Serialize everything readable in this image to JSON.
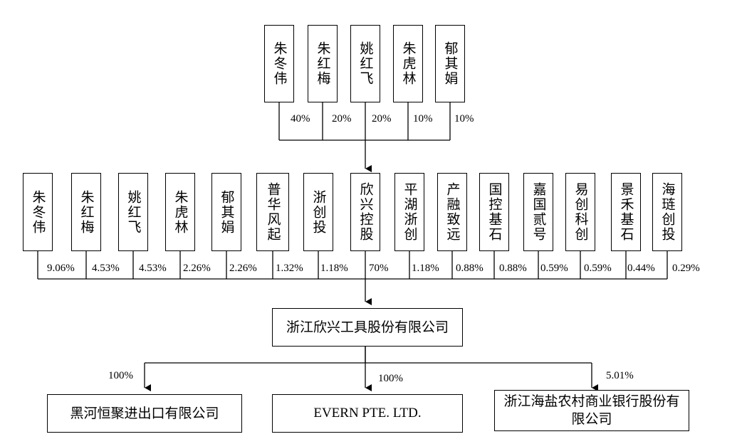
{
  "top_shareholders": [
    {
      "name": "朱冬伟",
      "pct": "40%"
    },
    {
      "name": "朱红梅",
      "pct": "20%"
    },
    {
      "name": "姚红飞",
      "pct": "20%"
    },
    {
      "name": "朱虎林",
      "pct": "10%"
    },
    {
      "name": "郁其娟",
      "pct": "10%"
    }
  ],
  "mid_shareholders": [
    {
      "name": "朱冬伟",
      "pct": "9.06%"
    },
    {
      "name": "朱红梅",
      "pct": "4.53%"
    },
    {
      "name": "姚红飞",
      "pct": "4.53%"
    },
    {
      "name": "朱虎林",
      "pct": "2.26%"
    },
    {
      "name": "郁其娟",
      "pct": "2.26%"
    },
    {
      "name": "普华风起",
      "pct": "1.32%"
    },
    {
      "name": "浙创投",
      "pct": "1.18%"
    },
    {
      "name": "欣兴控股",
      "pct": "70%"
    },
    {
      "name": "平湖浙创",
      "pct": "1.18%"
    },
    {
      "name": "产融致远",
      "pct": "0.88%"
    },
    {
      "name": "国控基石",
      "pct": "0.88%"
    },
    {
      "name": "嘉国贰号",
      "pct": "0.59%"
    },
    {
      "name": "易创科创",
      "pct": "0.59%"
    },
    {
      "name": "景禾基石",
      "pct": "0.44%"
    },
    {
      "name": "海琏创投",
      "pct": "0.29%"
    }
  ],
  "company": {
    "name": "浙江欣兴工具股份有限公司"
  },
  "subsidiaries": [
    {
      "name": "黑河恒聚进出口有限公司",
      "pct": "100%"
    },
    {
      "name": "EVERN PTE. LTD.",
      "pct": "100%"
    },
    {
      "name": "浙江海盐农村商业银行股份有限公司",
      "pct": "5.01%"
    }
  ]
}
